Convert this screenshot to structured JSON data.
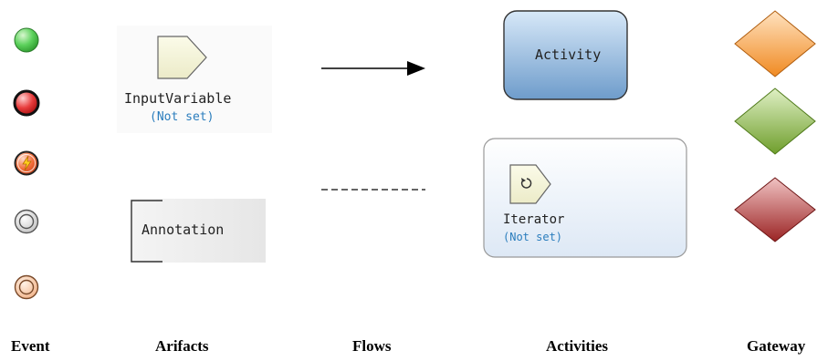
{
  "palette": {
    "event_start": "#3fbf3f",
    "event_end": "#d11f1f",
    "event_error": "#ee5a2a",
    "activity_fill": "#8fb8df",
    "iterator_fill": "#e6eef8",
    "gateway_orange": "#f79a3a",
    "gateway_green": "#8fbb45",
    "gateway_red": "#b83c3c",
    "annotation_fill": "#eeeeee",
    "not_set_color": "#2a7dbd"
  },
  "icons": {
    "lightning": "lightning-icon",
    "loop": "loop-icon"
  },
  "artifacts": {
    "input_variable_name": "InputVariable",
    "input_variable_status": "(Not set)",
    "annotation_text": "Annotation"
  },
  "activities": {
    "activity_label": "Activity",
    "iterator_name": "Iterator",
    "iterator_status": "(Not set)"
  },
  "captions": {
    "event": "Event",
    "artifacts": "Arifacts",
    "flows": "Flows",
    "activities": "Activities",
    "gateway": "Gateway"
  }
}
